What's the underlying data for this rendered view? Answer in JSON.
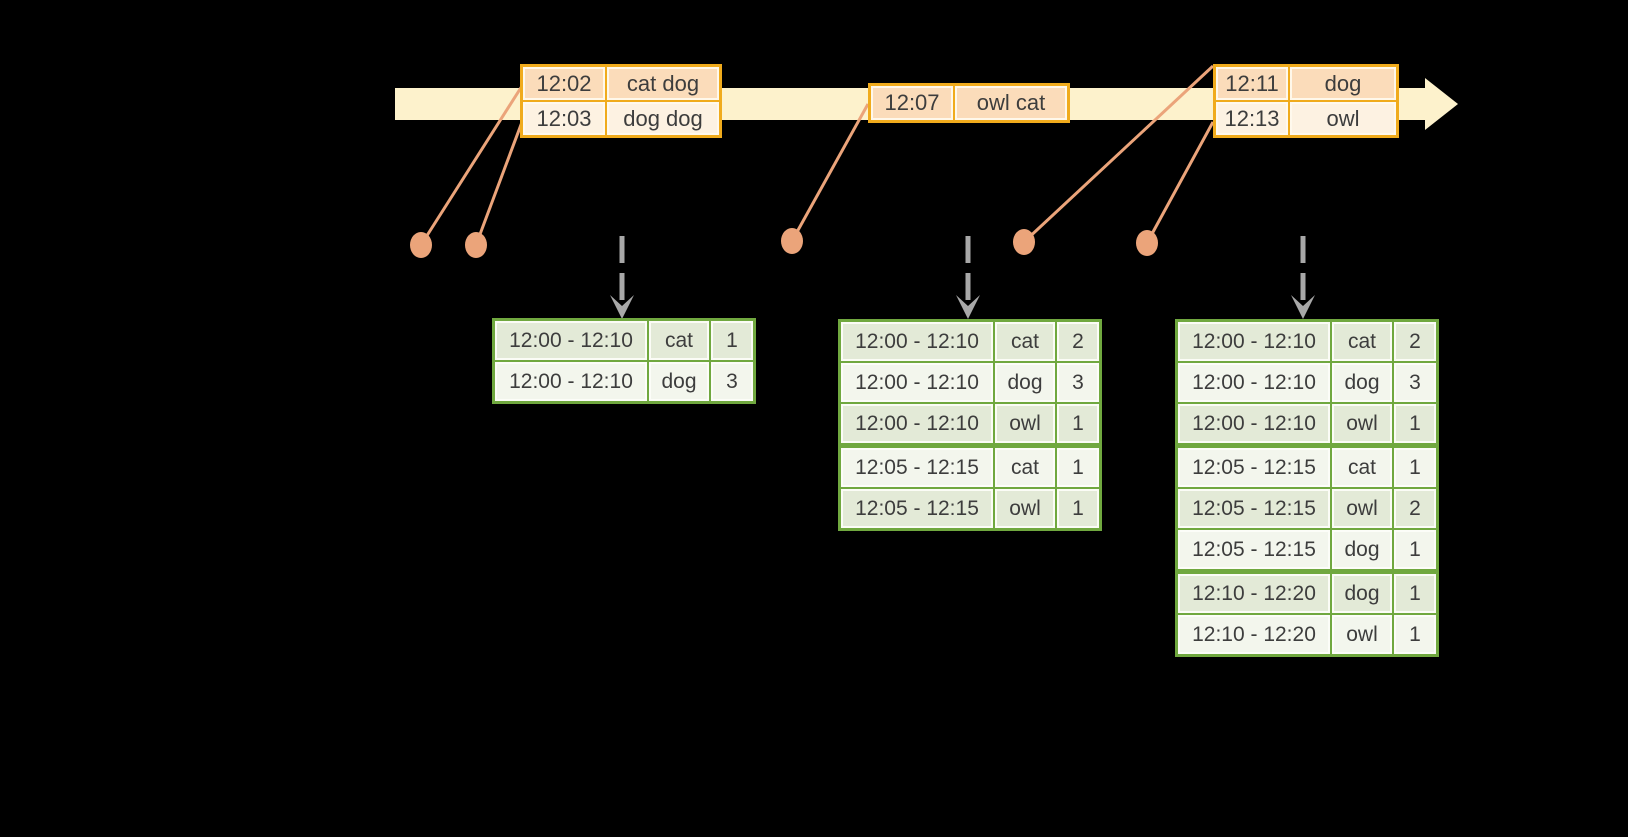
{
  "colors": {
    "background": "#000000",
    "timeline_band": "#FDF2CC",
    "event_table_border": "#F0AB1C",
    "event_row_peach": "#FBDCBA",
    "event_row_cream": "#FDF2E2",
    "result_table_border": "#70A83F",
    "result_row_sage": "#E3EAD7",
    "result_row_white": "#F3F6ED",
    "event_marker": "#EBA47A",
    "trigger_arrow": "#A8A8A8",
    "text": "#3D3D3D"
  },
  "timeline": {
    "event_tables": [
      {
        "rows": [
          {
            "time": "12:02",
            "words": "cat dog"
          },
          {
            "time": "12:03",
            "words": "dog dog"
          }
        ]
      },
      {
        "rows": [
          {
            "time": "12:07",
            "words": "owl cat"
          }
        ]
      },
      {
        "rows": [
          {
            "time": "12:11",
            "words": "dog"
          },
          {
            "time": "12:13",
            "words": "owl"
          }
        ]
      }
    ],
    "event_marker_count": 5,
    "trigger_arrow_count": 3
  },
  "result_tables": [
    {
      "rows": [
        {
          "window": "12:00 - 12:10",
          "word": "cat",
          "count": "1"
        },
        {
          "window": "12:00 - 12:10",
          "word": "dog",
          "count": "3"
        }
      ]
    },
    {
      "rows": [
        {
          "window": "12:00 - 12:10",
          "word": "cat",
          "count": "2"
        },
        {
          "window": "12:00 - 12:10",
          "word": "dog",
          "count": "3"
        },
        {
          "window": "12:00 - 12:10",
          "word": "owl",
          "count": "1"
        },
        {
          "window": "12:05 - 12:15",
          "word": "cat",
          "count": "1"
        },
        {
          "window": "12:05 - 12:15",
          "word": "owl",
          "count": "1"
        }
      ]
    },
    {
      "rows": [
        {
          "window": "12:00 - 12:10",
          "word": "cat",
          "count": "2"
        },
        {
          "window": "12:00 - 12:10",
          "word": "dog",
          "count": "3"
        },
        {
          "window": "12:00 - 12:10",
          "word": "owl",
          "count": "1"
        },
        {
          "window": "12:05 - 12:15",
          "word": "cat",
          "count": "1"
        },
        {
          "window": "12:05 - 12:15",
          "word": "owl",
          "count": "2"
        },
        {
          "window": "12:05 - 12:15",
          "word": "dog",
          "count": "1"
        },
        {
          "window": "12:10 - 12:20",
          "word": "dog",
          "count": "1"
        },
        {
          "window": "12:10 - 12:20",
          "word": "owl",
          "count": "1"
        }
      ]
    }
  ]
}
